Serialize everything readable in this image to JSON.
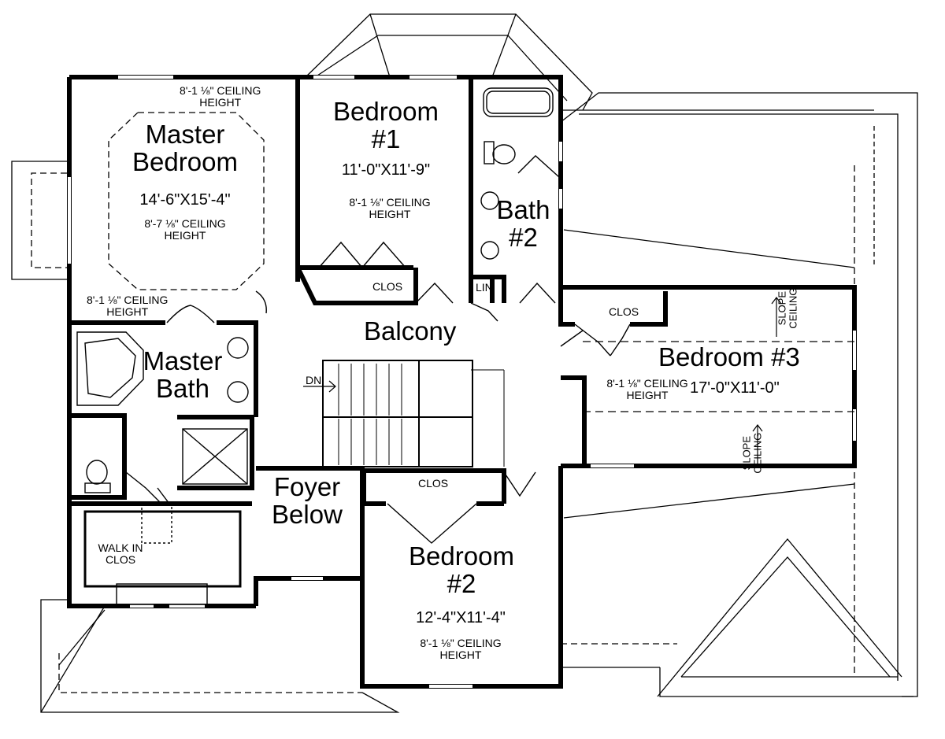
{
  "rooms": {
    "master_bedroom": {
      "name_line1": "Master",
      "name_line2": "Bedroom",
      "dimensions": "14'-6\"X15'-4\"",
      "ceiling_line1": "8'-7 ⅛\" CEILING",
      "ceiling_line2": "HEIGHT"
    },
    "master_top_ceiling": {
      "line1": "8'-1 ⅛\" CEILING",
      "line2": "HEIGHT"
    },
    "master_lower_ceiling": {
      "line1": "8'-1 ⅛\" CEILING",
      "line2": "HEIGHT"
    },
    "bedroom1": {
      "name_line1": "Bedroom",
      "name_line2": "#1",
      "dimensions": "11'-0\"X11'-9\"",
      "ceiling_line1": "8'-1 ⅛\" CEILING",
      "ceiling_line2": "HEIGHT"
    },
    "bath2": {
      "name_line1": "Bath",
      "name_line2": "#2"
    },
    "master_bath": {
      "name_line1": "Master",
      "name_line2": "Bath"
    },
    "balcony": {
      "name": "Balcony"
    },
    "bedroom3": {
      "name": "Bedroom #3",
      "dimensions": "17'-0\"X11'-0\"",
      "ceiling_line1": "8'-1 ⅛\" CEILING",
      "ceiling_line2": "HEIGHT"
    },
    "foyer": {
      "name_line1": "Foyer",
      "name_line2": "Below"
    },
    "bedroom2": {
      "name_line1": "Bedroom",
      "name_line2": "#2",
      "dimensions": "12'-4\"X11'-4\"",
      "ceiling_line1": "8'-1 ⅛\" CEILING",
      "ceiling_line2": "HEIGHT"
    },
    "walk_in": {
      "line1": "WALK IN",
      "line2": "CLOS"
    }
  },
  "closets": {
    "clos_b1": "CLOS",
    "lin": "LIN",
    "clos_b3": "CLOS",
    "clos_b2": "CLOS"
  },
  "stairs": {
    "dn": "DN"
  },
  "slope_labels": {
    "s1_line1": "SLOPE",
    "s1_line2": "CEILING",
    "s2_line1": "SLOPE",
    "s2_line2": "CEILING"
  },
  "colors": {
    "wall": "#000000",
    "background": "#ffffff"
  }
}
